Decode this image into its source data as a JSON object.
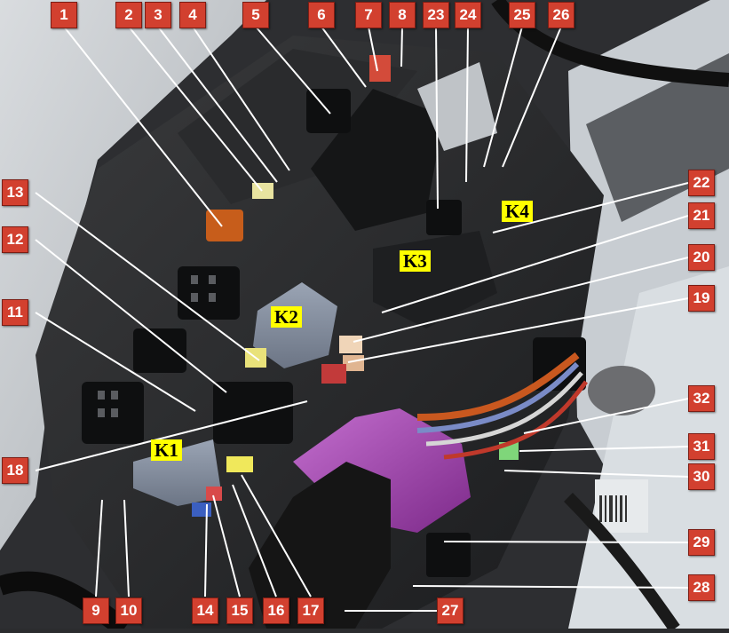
{
  "callouts": [
    {
      "num": "1"
    },
    {
      "num": "2"
    },
    {
      "num": "3"
    },
    {
      "num": "4"
    },
    {
      "num": "5"
    },
    {
      "num": "6"
    },
    {
      "num": "7"
    },
    {
      "num": "8"
    },
    {
      "num": "23"
    },
    {
      "num": "24"
    },
    {
      "num": "25"
    },
    {
      "num": "26"
    },
    {
      "num": "22"
    },
    {
      "num": "21"
    },
    {
      "num": "20"
    },
    {
      "num": "19"
    },
    {
      "num": "32"
    },
    {
      "num": "31"
    },
    {
      "num": "30"
    },
    {
      "num": "29"
    },
    {
      "num": "28"
    },
    {
      "num": "27"
    },
    {
      "num": "17"
    },
    {
      "num": "16"
    },
    {
      "num": "15"
    },
    {
      "num": "14"
    },
    {
      "num": "10"
    },
    {
      "num": "9"
    },
    {
      "num": "18"
    },
    {
      "num": "11"
    },
    {
      "num": "12"
    },
    {
      "num": "13"
    }
  ],
  "relays": [
    {
      "name": "K1"
    },
    {
      "name": "K2"
    },
    {
      "name": "K3"
    },
    {
      "name": "K4"
    }
  ],
  "colors": {
    "callout_fill": "#d2402f",
    "callout_text": "#ffffff",
    "relay_tag_fill": "#ffff00",
    "relay_tag_text": "#000000",
    "leader_line": "#ffffff"
  }
}
